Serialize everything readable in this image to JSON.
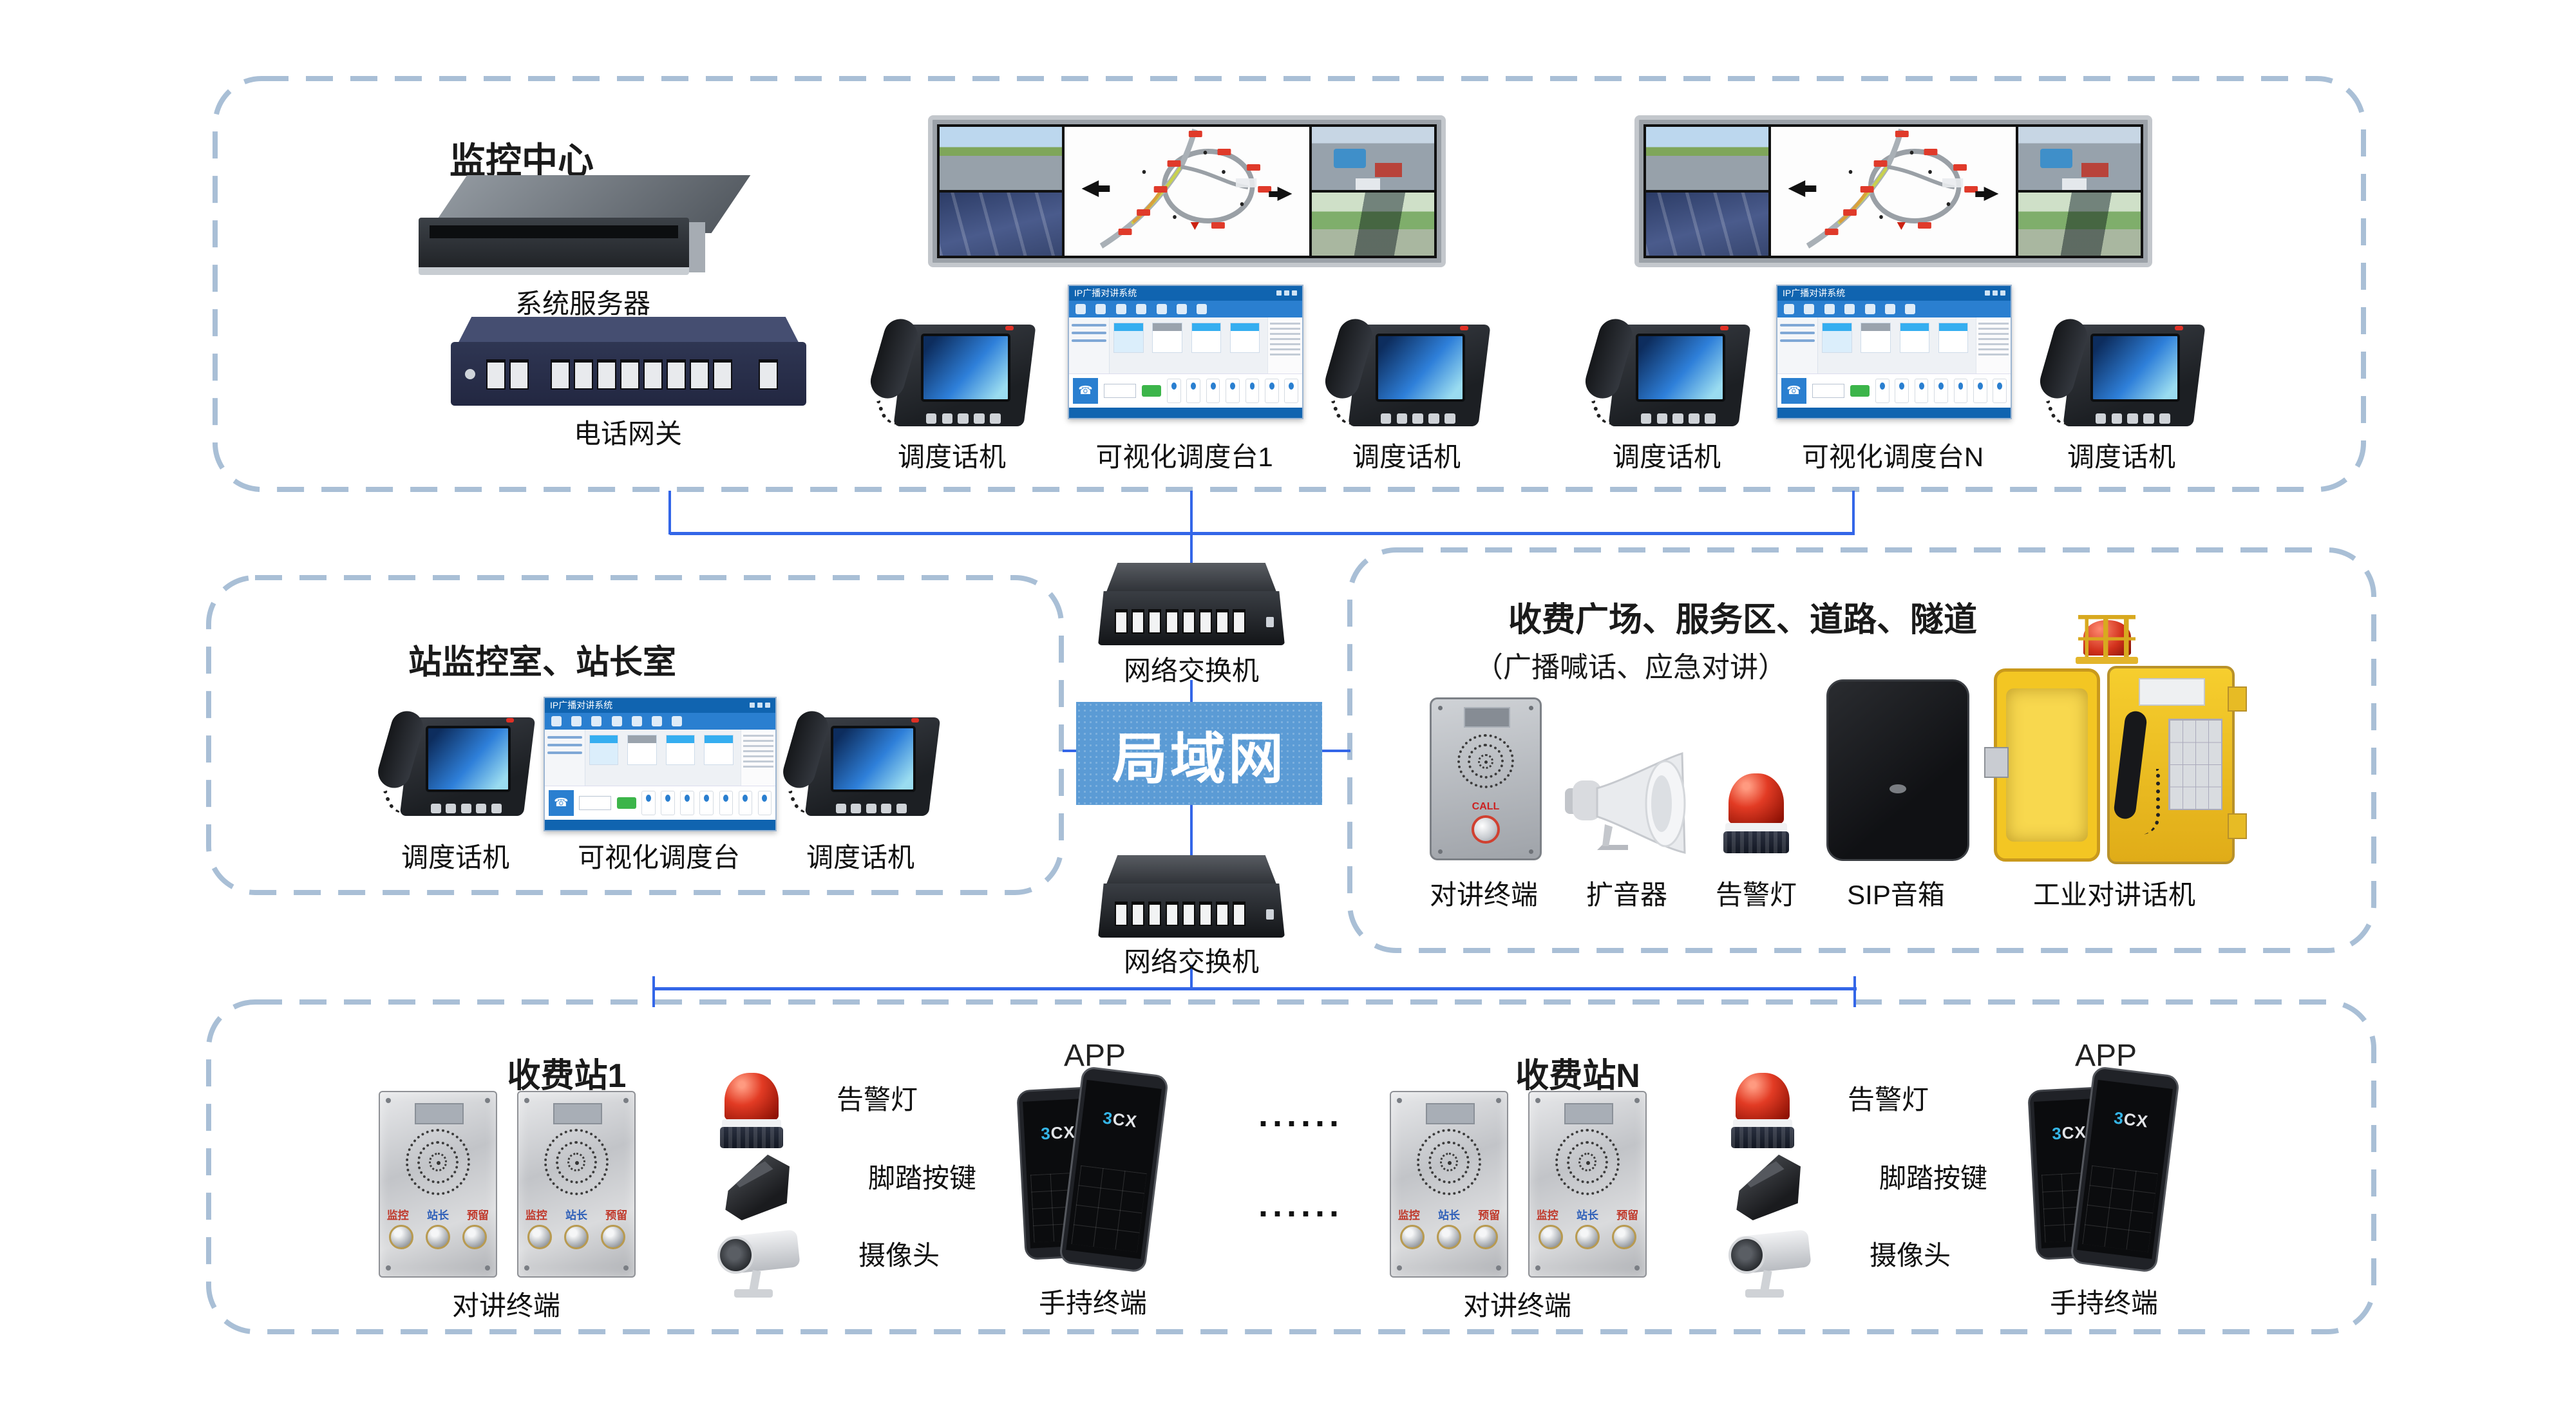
{
  "colors": {
    "line": "#3366e8",
    "lan_bg": "#5b9bd5",
    "dash": "#a9bfd6",
    "label": "#111111"
  },
  "monitor_center": {
    "title": "监控中心",
    "server_label": "系统服务器",
    "gateway_label": "电话网关",
    "left_group": {
      "phone_left": "调度话机",
      "console": "可视化调度台1",
      "phone_right": "调度话机"
    },
    "right_group": {
      "phone_left": "调度话机",
      "console": "可视化调度台N",
      "phone_right": "调度话机"
    }
  },
  "network": {
    "switch_top_label": "网络交换机",
    "lan_label": "局域网",
    "switch_bottom_label": "网络交换机"
  },
  "station_room": {
    "title": "站监控室、站长室",
    "phone_left": "调度话机",
    "console": "可视化调度台",
    "phone_right": "调度话机"
  },
  "plaza": {
    "title": "收费广场、服务区、道路、隧道",
    "subtitle": "（广播喊话、应急对讲）",
    "intercom_label": "对讲终端",
    "horn_label": "扩音器",
    "alarm_label": "告警灯",
    "sip_label": "SIP音箱",
    "industrial_label": "工业对讲话机"
  },
  "toll_stations": {
    "station1": {
      "title": "收费站1",
      "intercom_label": "对讲终端",
      "alarm_label": "告警灯",
      "pedal_label": "脚踏按键",
      "camera_label": "摄像头",
      "app_label": "APP",
      "handheld_label": "手持终端"
    },
    "stationN": {
      "title": "收费站N",
      "intercom_label": "对讲终端",
      "alarm_label": "告警灯",
      "pedal_label": "脚踏按键",
      "camera_label": "摄像头",
      "app_label": "APP",
      "handheld_label": "手持终端"
    },
    "ellipsis_top": "......",
    "ellipsis_bottom": "......"
  },
  "intercom_panel": {
    "btn1": "监控",
    "btn2": "站长",
    "btn3": "预留"
  },
  "door_station": {
    "call_label": "CALL"
  },
  "console_app": {
    "title": "IP广播对讲系统"
  },
  "handheld": {
    "logo_p1": "3",
    "logo_p2": "CX"
  }
}
